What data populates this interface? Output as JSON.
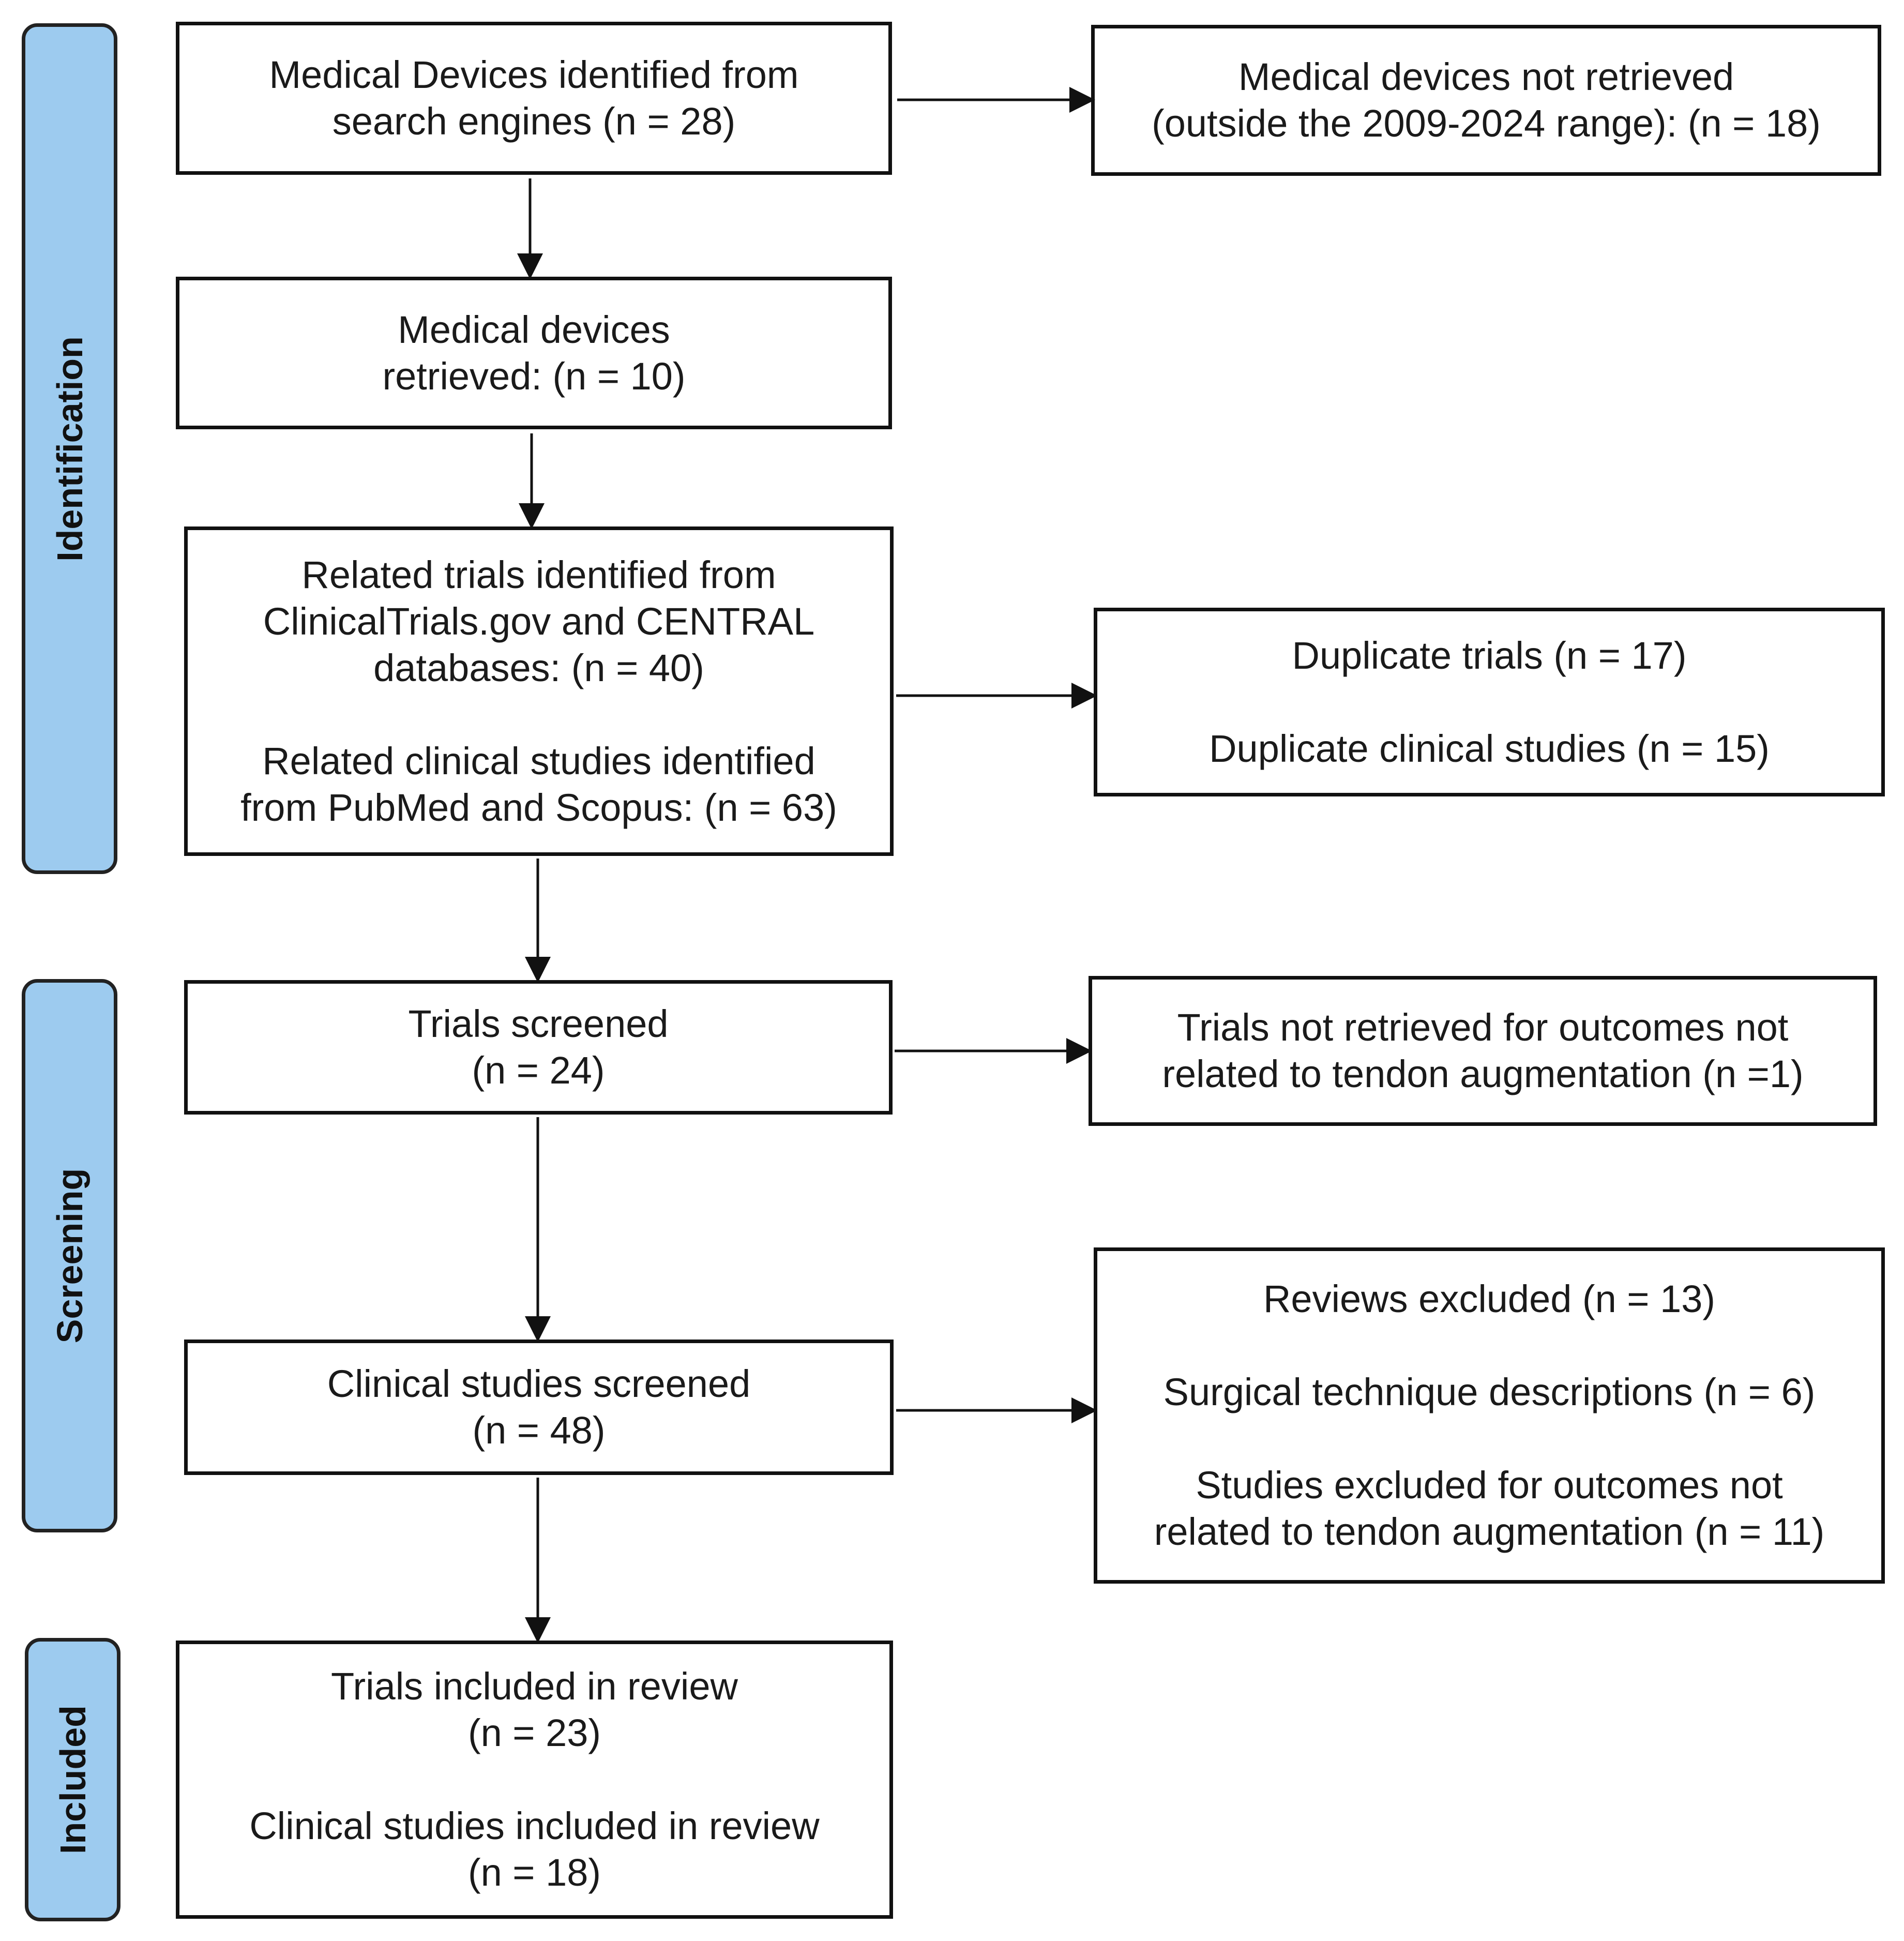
{
  "phases": {
    "identification": "Identification",
    "screening": "Screening",
    "included": "Included"
  },
  "boxes": {
    "devices_identified": [
      "Medical Devices identified from\nsearch engines (n = 28)"
    ],
    "devices_not_retrieved": [
      "Medical devices not retrieved\n(outside the 2009-2024 range): (n = 18)"
    ],
    "devices_retrieved": [
      "Medical devices\nretrieved: (n = 10)"
    ],
    "related_identified": [
      "Related trials identified from\nClinicalTrials.gov and CENTRAL\ndatabases: (n = 40)",
      "Related clinical studies identified\nfrom PubMed and Scopus: (n = 63)"
    ],
    "duplicates": [
      "Duplicate trials (n = 17)",
      "Duplicate clinical studies (n = 15)"
    ],
    "trials_screened": [
      "Trials screened\n(n = 24)"
    ],
    "trials_not_retrieved": [
      "Trials not retrieved for outcomes not\nrelated to tendon augmentation (n =1)"
    ],
    "studies_screened": [
      "Clinical studies screened\n(n = 48)"
    ],
    "studies_excluded": [
      "Reviews excluded (n = 13)",
      "Surgical technique descriptions (n = 6)",
      "Studies excluded for outcomes not\nrelated to tendon augmentation (n = 11)"
    ],
    "included": [
      "Trials included in review\n(n = 23)",
      "Clinical studies included in review\n(n = 18)"
    ]
  },
  "colors": {
    "phase_fill": "#9dcbef",
    "stroke": "#111111"
  }
}
